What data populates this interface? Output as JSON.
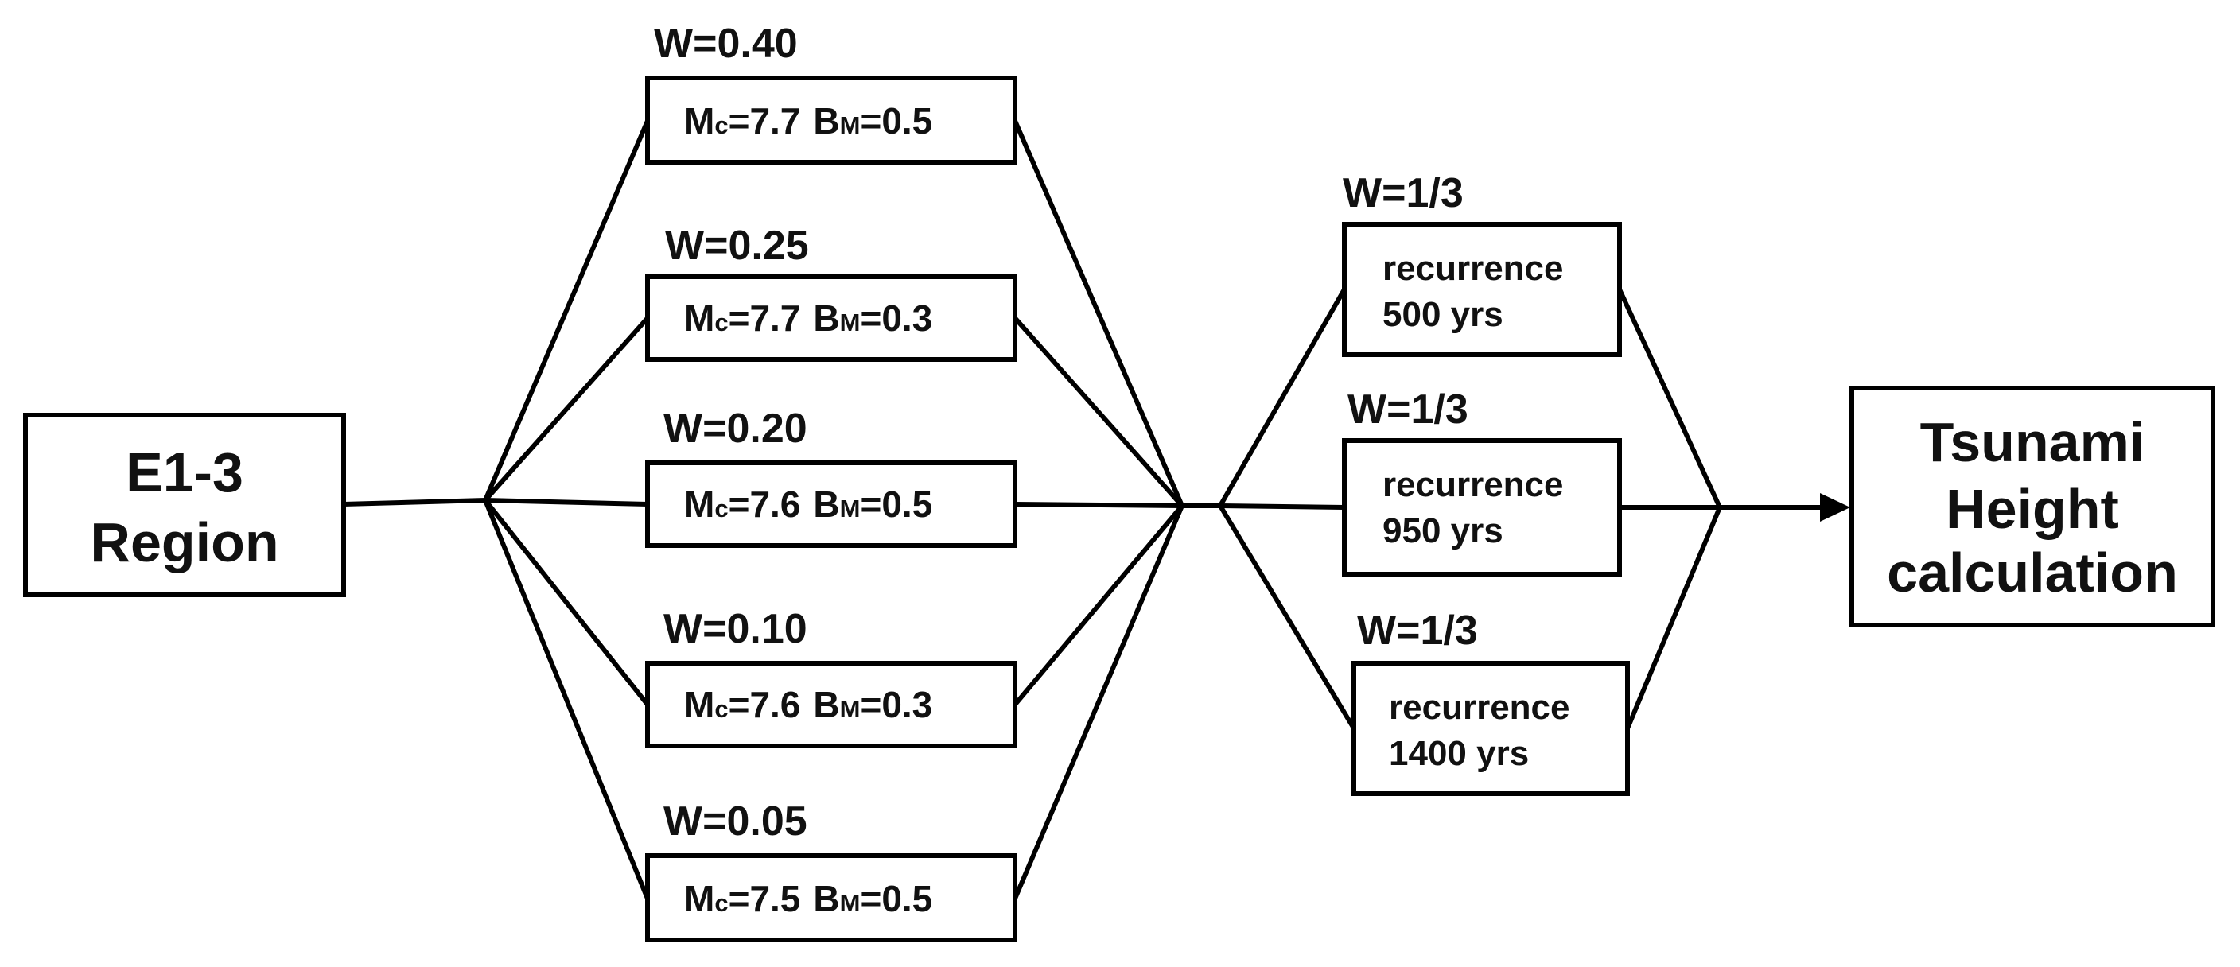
{
  "source": {
    "label_line1": "E1-3",
    "label_line2": "Region"
  },
  "magnitude_branches": [
    {
      "weight": "W=0.40",
      "mc_prefix": "M",
      "mc_sub": "c",
      "mc_value": "=7.7",
      "bm_prefix": "B",
      "bm_sub": "M",
      "bm_value": "=0.5"
    },
    {
      "weight": "W=0.25",
      "mc_prefix": "M",
      "mc_sub": "c",
      "mc_value": "=7.7",
      "bm_prefix": "B",
      "bm_sub": "M",
      "bm_value": "=0.3"
    },
    {
      "weight": "W=0.20",
      "mc_prefix": "M",
      "mc_sub": "c",
      "mc_value": "=7.6",
      "bm_prefix": "B",
      "bm_sub": "M",
      "bm_value": "=0.5"
    },
    {
      "weight": "W=0.10",
      "mc_prefix": "M",
      "mc_sub": "c",
      "mc_value": "=7.6",
      "bm_prefix": "B",
      "bm_sub": "M",
      "bm_value": "=0.3"
    },
    {
      "weight": "W=0.05",
      "mc_prefix": "M",
      "mc_sub": "c",
      "mc_value": "=7.5",
      "bm_prefix": "B",
      "bm_sub": "M",
      "bm_value": "=0.5"
    }
  ],
  "recurrence_branches": [
    {
      "weight": "W=1/3",
      "line1": "recurrence",
      "line2": "500 yrs"
    },
    {
      "weight": "W=1/3",
      "line1": "recurrence",
      "line2": "950 yrs"
    },
    {
      "weight": "W=1/3",
      "line1": "recurrence",
      "line2": "1400 yrs"
    }
  ],
  "output": {
    "line1": "Tsunami",
    "line2": "Height",
    "line3": "calculation"
  },
  "colors": {
    "stroke": "#000000",
    "text": "#111111",
    "background": "#ffffff"
  }
}
